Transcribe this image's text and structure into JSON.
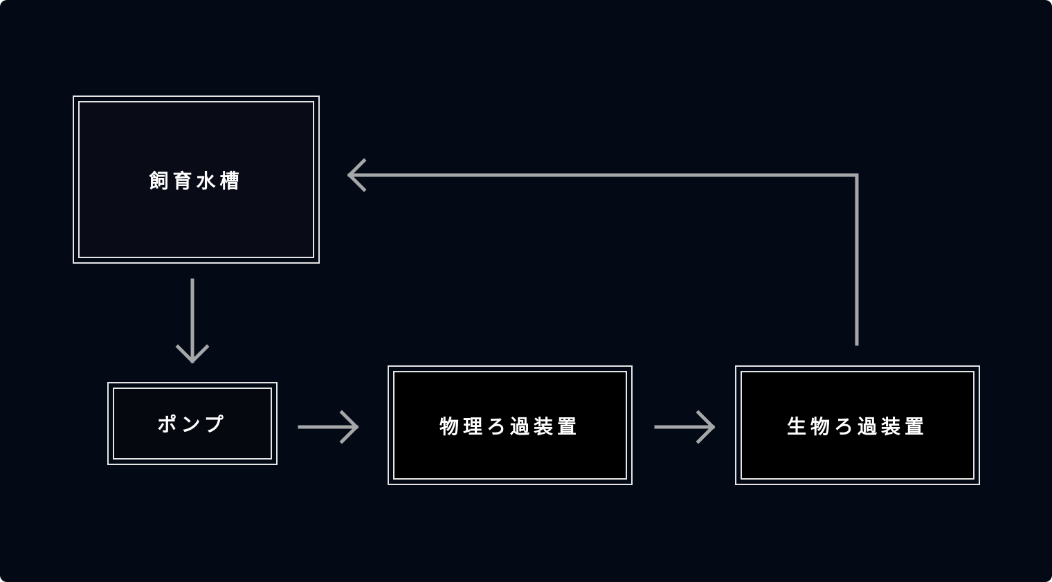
{
  "colors": {
    "background": "#030915",
    "box_border": "#e6e6e6",
    "arrow": "#a6a7a9",
    "text": "#ffffff"
  },
  "nodes": {
    "tank": {
      "label": "飼育水槽"
    },
    "pump": {
      "label": "ポンプ"
    },
    "physical_filter": {
      "label": "物理ろ過装置"
    },
    "biological_filter": {
      "label": "生物ろ過装置"
    }
  },
  "edges": [
    {
      "from": "tank",
      "to": "pump"
    },
    {
      "from": "pump",
      "to": "physical_filter"
    },
    {
      "from": "physical_filter",
      "to": "biological_filter"
    },
    {
      "from": "biological_filter",
      "to": "tank"
    }
  ]
}
